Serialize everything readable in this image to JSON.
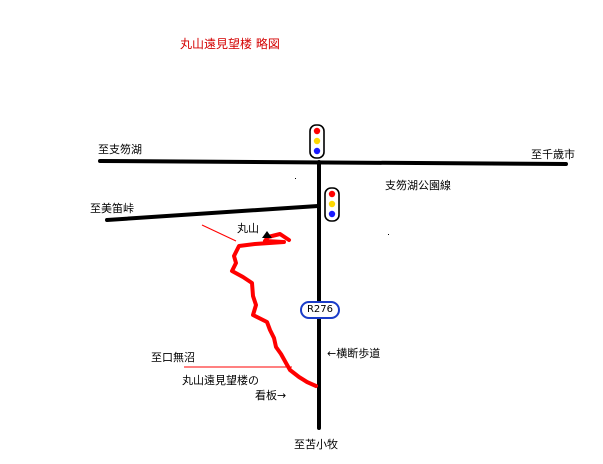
{
  "title": "丸山遠見望楼 略図",
  "labels": {
    "shikotsu_lake": "至支笏湖",
    "chitose_city": "至千歳市",
    "lake_line": "支笏湖公園線",
    "bifue_pass": "至美笛峠",
    "maruyama": "丸山",
    "kuchimuma": "至口無沼",
    "crossing": "←横断歩道",
    "sign_line1": "丸山遠見望楼の",
    "sign_line2": "看板→",
    "tomakomai": "至苫小牧"
  },
  "route_badge": "R276",
  "colors": {
    "road": "#000000",
    "trail": "#ff0000",
    "title": "#d40000",
    "badge_border": "#1a3cc8",
    "signal_red": "#ff0000",
    "signal_yellow": "#ffd800",
    "signal_blue": "#1a1aff"
  },
  "icons": {
    "summit": "triangle-peak-icon",
    "traffic_signal": "traffic-light-icon"
  }
}
